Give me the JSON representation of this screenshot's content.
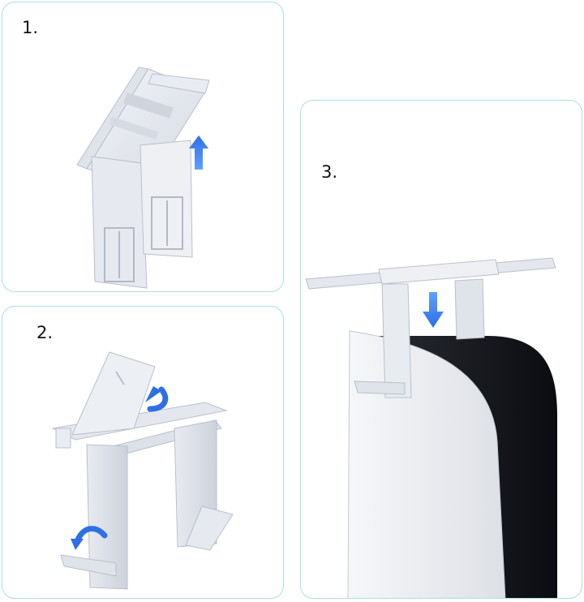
{
  "steps": [
    {
      "label": "1."
    },
    {
      "label": "2."
    },
    {
      "label": "3."
    }
  ],
  "colors": {
    "panel_border": "#a9dfe6",
    "bracket": "#e9ecf2",
    "bracket_shade": "#c9ced8",
    "arrow": "#2f6fe6",
    "console_white": "#f4f5f7",
    "console_black": "#14161b"
  },
  "icons": {
    "step1_arrow": "arrow-up-icon",
    "step2_arrow_top": "rotate-arrow-icon",
    "step2_arrow_bottom": "rotate-arrow-icon",
    "step3_arrow": "arrow-down-icon"
  }
}
